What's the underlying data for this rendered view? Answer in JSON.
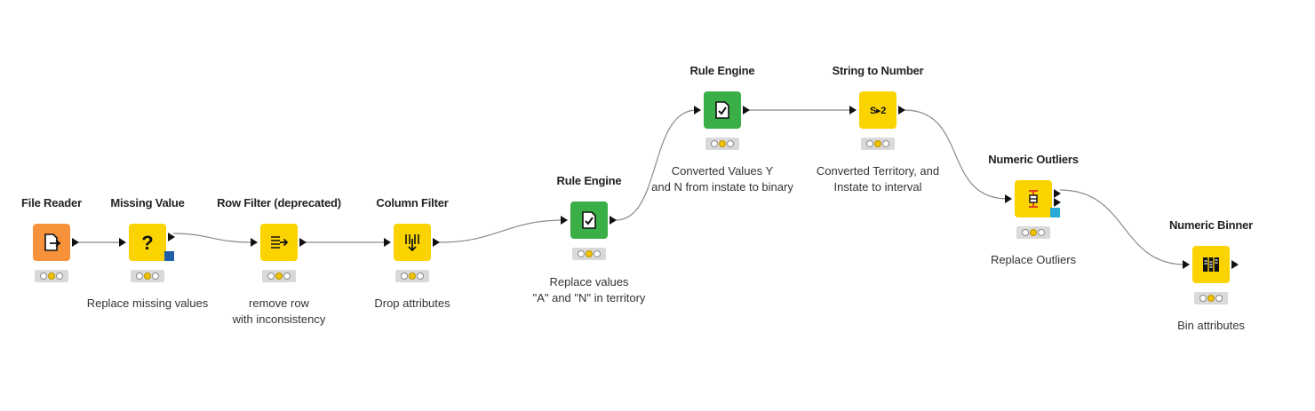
{
  "workflow": {
    "nodes": [
      {
        "id": "file-reader",
        "title": "File Reader",
        "label": "",
        "color": "#f7923a",
        "icon": "file-reader-icon",
        "flowvar_color": "",
        "lights": [
          false,
          true,
          false
        ]
      },
      {
        "id": "missing-value",
        "title": "Missing Value",
        "label": "Replace missing values",
        "color": "#fbd300",
        "icon": "question-mark-icon",
        "flowvar_color": "#1f5fa8",
        "lights": [
          false,
          true,
          false
        ]
      },
      {
        "id": "row-filter",
        "title": "Row Filter (deprecated)",
        "label": "remove row\nwith inconsistency",
        "color": "#fbd300",
        "icon": "row-filter-icon",
        "flowvar_color": "",
        "lights": [
          false,
          true,
          false
        ]
      },
      {
        "id": "column-filter",
        "title": "Column Filter",
        "label": "Drop attributes",
        "color": "#fbd300",
        "icon": "column-filter-icon",
        "flowvar_color": "",
        "lights": [
          false,
          true,
          false
        ]
      },
      {
        "id": "rule-engine-1",
        "title": "Rule Engine",
        "label": "Replace values\n\"A\" and \"N\" in territory",
        "color": "#3aaf47",
        "icon": "rule-engine-icon",
        "flowvar_color": "",
        "lights": [
          false,
          true,
          false
        ]
      },
      {
        "id": "rule-engine-2",
        "title": "Rule Engine",
        "label": "Converted Values Y\nand N from instate to binary",
        "color": "#3aaf47",
        "icon": "rule-engine-icon",
        "flowvar_color": "",
        "lights": [
          false,
          true,
          false
        ]
      },
      {
        "id": "string-to-number",
        "title": "String to Number",
        "label": "Converted Territory, and\nInstate to interval",
        "color": "#fbd300",
        "icon": "string-to-number-icon",
        "icon_text": "S▸2",
        "flowvar_color": "",
        "lights": [
          false,
          true,
          false
        ]
      },
      {
        "id": "numeric-outliers",
        "title": "Numeric Outliers",
        "label": "Replace Outliers",
        "color": "#fbd300",
        "icon": "numeric-outliers-icon",
        "flowvar_color": "#29a9d6",
        "lights": [
          false,
          true,
          false
        ]
      },
      {
        "id": "numeric-binner",
        "title": "Numeric Binner",
        "label": "Bin attributes",
        "color": "#fbd300",
        "icon": "numeric-binner-icon",
        "flowvar_color": "",
        "lights": [
          false,
          true,
          false
        ]
      }
    ]
  }
}
